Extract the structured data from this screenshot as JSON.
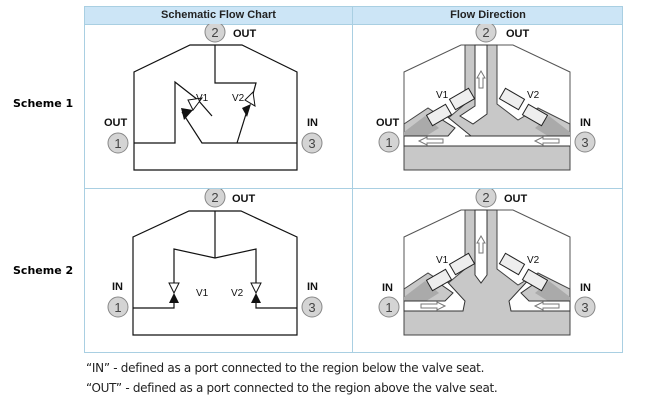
{
  "table": {
    "headers": [
      "Schematic Flow Chart",
      "Flow Direction"
    ],
    "rows": [
      {
        "label": "Scheme 1",
        "ports": {
          "p1": {
            "num": "1",
            "role": "OUT"
          },
          "p2": {
            "num": "2",
            "role": "OUT"
          },
          "p3": {
            "num": "3",
            "role": "IN"
          }
        },
        "valves": [
          "V1",
          "V2"
        ]
      },
      {
        "label": "Scheme 2",
        "ports": {
          "p1": {
            "num": "1",
            "role": "IN"
          },
          "p2": {
            "num": "2",
            "role": "OUT"
          },
          "p3": {
            "num": "3",
            "role": "IN"
          }
        },
        "valves": [
          "V1",
          "V2"
        ]
      }
    ]
  },
  "notes": [
    "“IN” - defined as a port connected to the region below the valve seat.",
    "“OUT” -  defined as a port connected to the region above the valve seat."
  ],
  "colors": {
    "header_bg": "#cce5f6",
    "border": "#a9cfe2",
    "body_gray": "#c8c8c8",
    "port_fill": "#d4d4d4"
  }
}
